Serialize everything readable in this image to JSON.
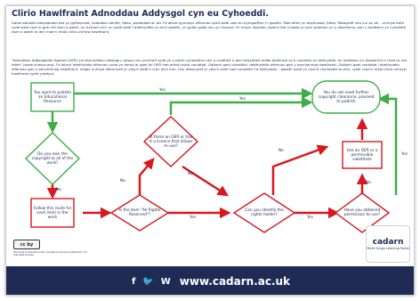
{
  "header": {
    "title": "Clirio Hawlfraint Adnoddau Addysgol cyn eu Cyhoeddi.",
    "intro": "Gallai adnodd addysgiadol fod yn gyflwyniad, nodiadau darlith, fideo, podlediad ac ati. Fe allent gynnwys elfennau sydd wedi cael eu hymgorffori i'r gwaith. Mae elfen yn ddylinwad, fideo, ffotograff neu lun ac ati – unrhyw beth sydd wedi cael ei greu fel darn o waith, yn hytrach na'r un sydd wedi'i ddefnyddio yn eich gwaith, yn gyfan gwbl neu yn rhannol. Er mwyn llwyddo, dylech fod o bosib yn peri problem yn y ddarllenia, pan y byddwch yn cyhoeddi darn o waith ar-lein mae'n rhaid clirio unrhyw hawlfraint.",
    "oer_note": "\"Adnoddau Addysgiadol Agored (OER) yw deunyddiau addysgu, dysgu neu ymchwil sydd yn y parth cyhoeddus neu a ryddheir o dan drwydded eiddo deallusol sy'n caniatáu eu defnyddio, eu haddasu a'u dosbarthu'n rhad ac am ddim\" (www.unesco.org). Fe allech ddefnyddio elfennau sydd yn barod ar gael fel OER heb orfod ceisio caniatâd. Gallwch gael caniatâd i ddefnyddio elfennau gan y perchennog hawlfraint. Gallwch gael caniatâd i ddefnyddio elfennau gan y perchennog hawlfraint, megis unrhyw ddeunydd yr ydych wedi'u creu eich hun, neu ddeunydd yr ydych wedi cael caniatâd i'w defnyddio – gwaith sydd yn unol â chyhoeddi ar-lein, cywir mae'n rhaid clirio unrhyw hawlfraint sydd ynddynt."
  },
  "flowchart": {
    "nodes": {
      "start": "You want to publish an Educational Resource",
      "own_copyright": "Do you own the copyright to all of the work?",
      "follow_route": "Follow this route for each item in the work",
      "is_oer": "Is there an OER or has it a licence that allows re-use?",
      "all_rights_reserved": "Is the item \"All Rights Reserved\"?",
      "identify_holder": "Can you identify the rights holder?",
      "obtained_permission": "Have you obtained permission to use?",
      "use_substitute": "Use an OER or a permissible substitute",
      "no_clearance": "You do not need further copyright clearance, proceed to publish"
    },
    "edge_labels": {
      "yes": "Yes",
      "no": "No"
    }
  },
  "license": {
    "badge": "cc by",
    "text": "This work is licensed under a Creative Commons Attribution 3.0 Unported License"
  },
  "footer": {
    "url": "www.cadarn.ac.uk",
    "social_icons": [
      "facebook-icon",
      "twitter-icon",
      "wiki-icon"
    ]
  },
  "logo": {
    "brand": "cadarn",
    "tagline": "Porth Dysgu Learning Portal"
  },
  "colors": {
    "navy": "#1f2b55",
    "green": "#3fae49",
    "red": "#d71920"
  }
}
